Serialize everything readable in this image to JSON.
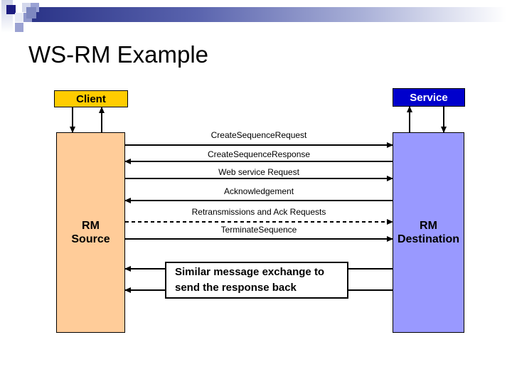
{
  "slide": {
    "title": "WS-RM Example"
  },
  "actors": {
    "client": "Client",
    "service": "Service",
    "rm_source": "RM\nSource",
    "rm_destination": "RM\nDestination"
  },
  "messages": [
    {
      "label": "CreateSequenceRequest",
      "direction": "right",
      "line": "solid"
    },
    {
      "label": "CreateSequenceResponse",
      "direction": "left",
      "line": "solid"
    },
    {
      "label": "Web service Request",
      "direction": "right",
      "line": "solid"
    },
    {
      "label": "Acknowledgement",
      "direction": "left",
      "line": "solid"
    },
    {
      "label": "Retransmissions and Ack Requests",
      "direction": "right",
      "line": "dashed"
    },
    {
      "label": "TerminateSequence",
      "direction": "right",
      "line": "solid"
    },
    {
      "label": "",
      "direction": "left",
      "line": "solid"
    },
    {
      "label": "",
      "direction": "left",
      "line": "solid"
    }
  ],
  "note": {
    "text": "Similar message exchange to\nsend the response back"
  },
  "colors": {
    "client_fill": "#ffcc00",
    "service_fill": "#0000cc",
    "rm_source_fill": "#ffcc99",
    "rm_destination_fill": "#9999ff",
    "header_bar_start": "#2b3488"
  }
}
